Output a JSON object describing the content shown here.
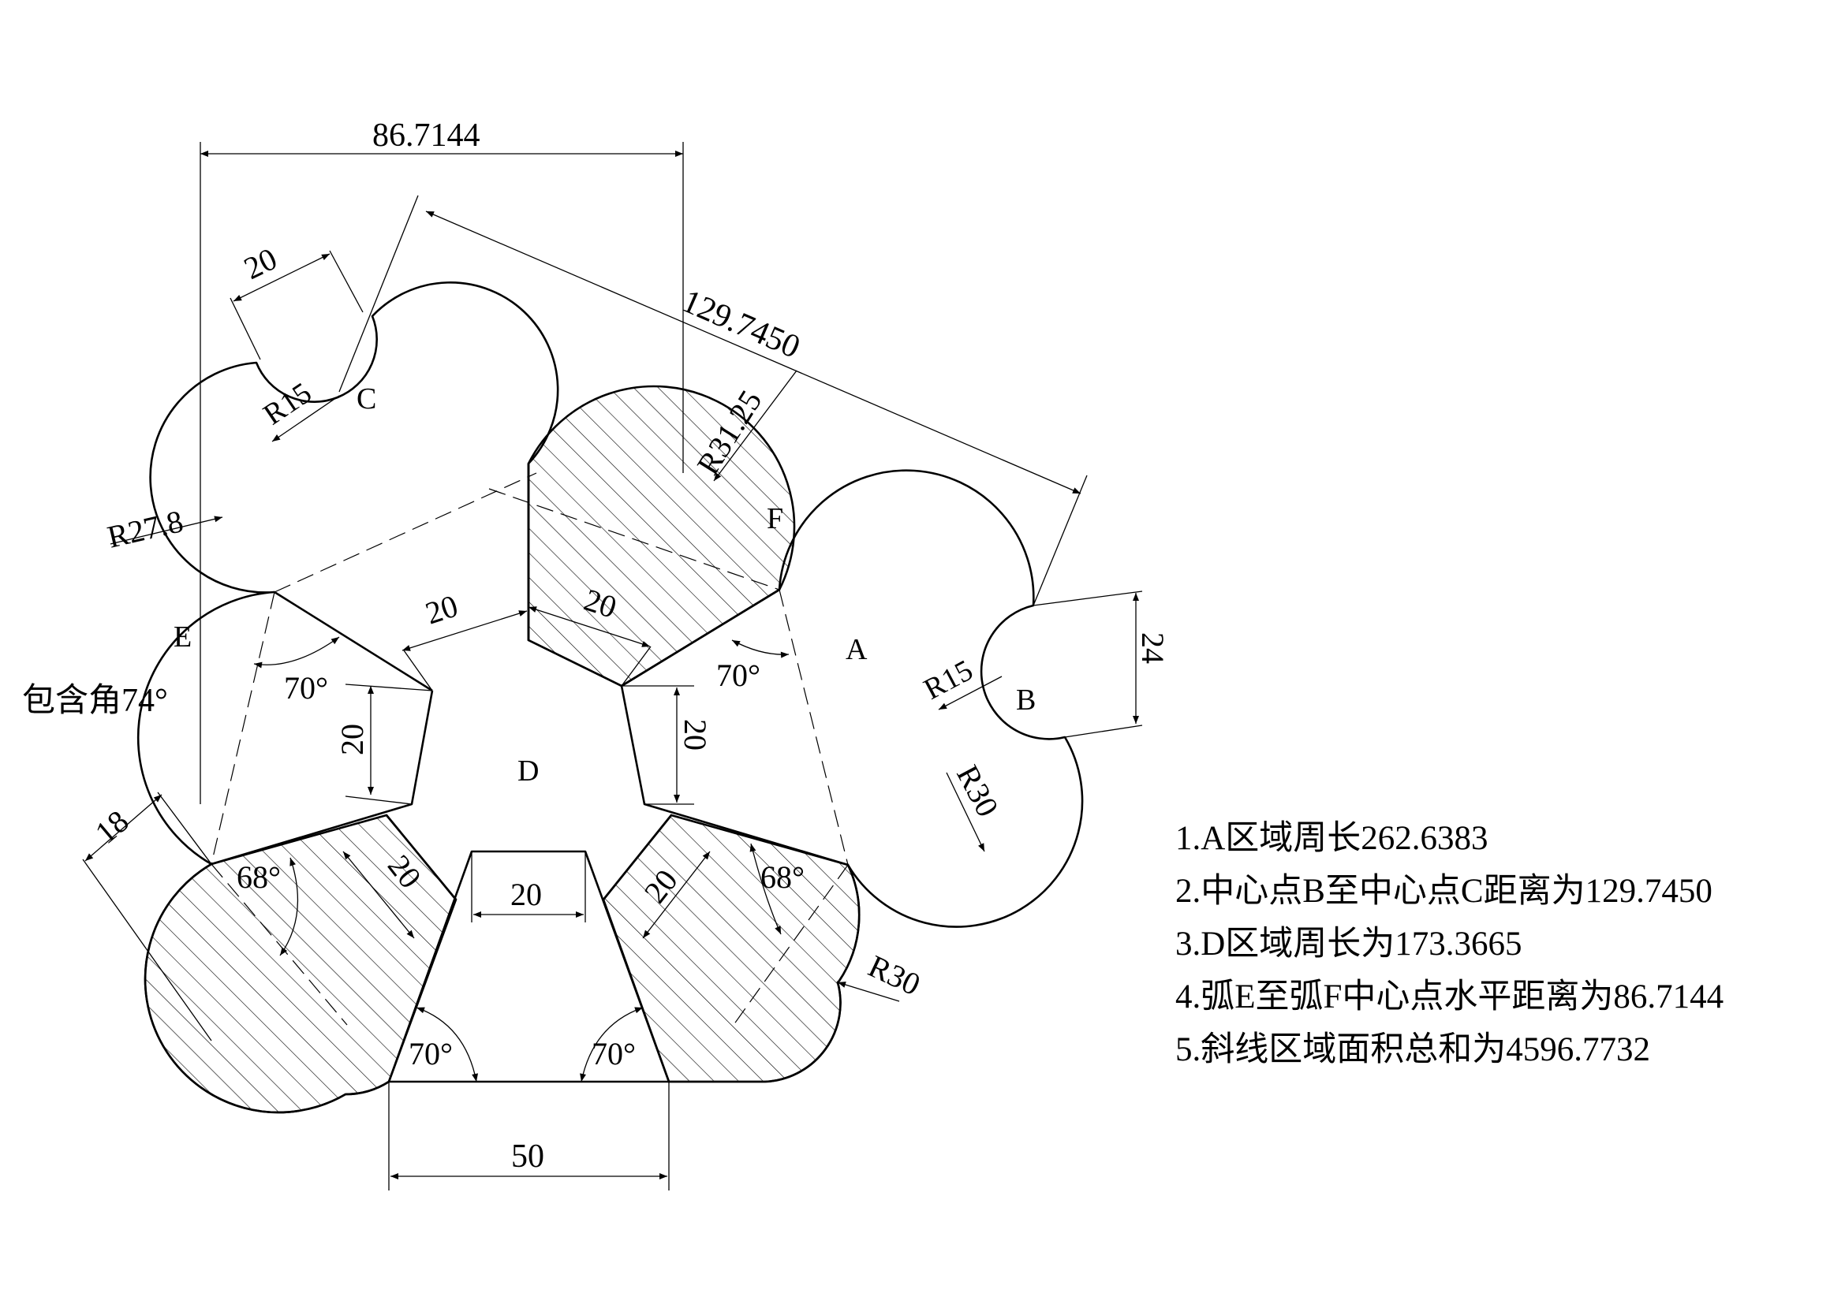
{
  "labels": {
    "region_a": "A",
    "region_b": "B",
    "region_c": "C",
    "region_d": "D",
    "arc_e": "E",
    "arc_f": "F"
  },
  "dimensions": {
    "top_width": "86.7144",
    "center_distance": "129.7450",
    "r31": "R31.25",
    "r27": "R27.8",
    "r15_c": "R15",
    "r15_b": "R15",
    "r30_b": "R30",
    "r30_bottom": "R30",
    "d20_top_c": "20",
    "d20_left_inner": "20",
    "d20_right_inner": "20",
    "d20_left_side": "20",
    "d20_right_side": "20",
    "d20_lower_left": "20",
    "d20_lower_right": "20",
    "d20_bottom_top": "20",
    "d24": "24",
    "d18": "18",
    "d50": "50",
    "a70_left": "70°",
    "a70_right": "70°",
    "a68_left": "68°",
    "a68_right": "68°",
    "a70_bottom_left": "70°",
    "a70_bottom_right": "70°",
    "included_angle": "包含角74°"
  },
  "notes": [
    "1.A区域周长262.6383",
    "2.中心点B至中心点C距离为129.7450",
    "3.D区域周长为173.3665",
    "4.弧E至弧F中心点水平距离为86.7144",
    "5.斜线区域面积总和为4596.7732"
  ]
}
